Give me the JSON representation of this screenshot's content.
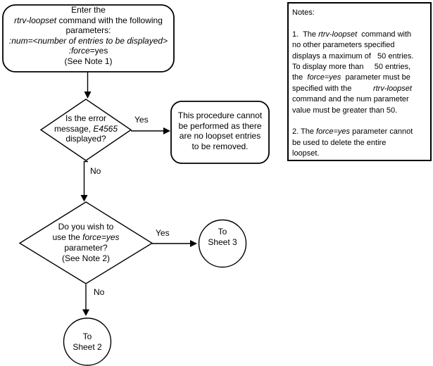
{
  "canvas": {
    "background_color": "#ffffff",
    "line_color": "#000000",
    "text_color": "#000000"
  },
  "flowchart": {
    "start_box": {
      "lines": [
        [
          {
            "t": "Enter the"
          }
        ],
        [
          {
            "t": "rtrv-loopset",
            "i": true
          },
          {
            "t": " command with the following"
          }
        ],
        [
          {
            "t": "parameters:"
          }
        ],
        [
          {
            "t": ":num=<number of entries to be displayed>",
            "i": true
          }
        ],
        [
          {
            "t": ":force",
            "i": true
          },
          {
            "t": "=yes"
          }
        ],
        [
          {
            "t": "(See Note 1)"
          }
        ]
      ]
    },
    "decision_error": {
      "lines": [
        [
          {
            "t": "Is the error"
          }
        ],
        [
          {
            "t": "message, "
          },
          {
            "t": "E4565",
            "i": true
          }
        ],
        [
          {
            "t": "displayed?"
          }
        ]
      ]
    },
    "result_box": {
      "lines": [
        [
          {
            "t": "This procedure cannot"
          }
        ],
        [
          {
            "t": "be performed as there"
          }
        ],
        [
          {
            "t": "are no loopset entries"
          }
        ],
        [
          {
            "t": "to be removed."
          }
        ]
      ]
    },
    "decision_force": {
      "lines": [
        [
          {
            "t": "Do you wish to"
          }
        ],
        [
          {
            "t": "use the "
          },
          {
            "t": "force=yes",
            "i": true
          }
        ],
        [
          {
            "t": "parameter?"
          }
        ],
        [
          {
            "t": "(See Note 2)"
          }
        ]
      ]
    },
    "sheet3_connector": {
      "lines": [
        [
          {
            "t": "To"
          }
        ],
        [
          {
            "t": "Sheet 3"
          }
        ]
      ]
    },
    "sheet2_connector": {
      "lines": [
        [
          {
            "t": "To"
          }
        ],
        [
          {
            "t": "Sheet 2"
          }
        ]
      ]
    },
    "labels": {
      "yes1": "Yes",
      "no1": "No",
      "yes2": "Yes",
      "no2": "No"
    }
  },
  "notes": {
    "lines": [
      [
        {
          "t": "Notes:"
        }
      ],
      [],
      [
        {
          "t": "1.  The "
        },
        {
          "t": "rtrv-loopset",
          "i": true
        },
        {
          "t": "  command with"
        }
      ],
      [
        {
          "t": "no other parameters specified"
        }
      ],
      [
        {
          "t": "displays a maximum of   50 entries."
        }
      ],
      [
        {
          "t": "To display more than     50 entries,"
        }
      ],
      [
        {
          "t": "the  "
        },
        {
          "t": "force=yes",
          "i": true
        },
        {
          "t": "  parameter must be"
        }
      ],
      [
        {
          "t": "specified with the          "
        },
        {
          "t": "rtrv-loopset",
          "i": true
        }
      ],
      [
        {
          "t": "command and the num parameter"
        }
      ],
      [
        {
          "t": "value must be greater than 50."
        }
      ],
      [],
      [
        {
          "t": "2. The "
        },
        {
          "t": "force=yes",
          "i": true
        },
        {
          "t": " parameter cannot"
        }
      ],
      [
        {
          "t": "be used to delete the entire"
        }
      ],
      [
        {
          "t": "loopset."
        }
      ]
    ]
  }
}
